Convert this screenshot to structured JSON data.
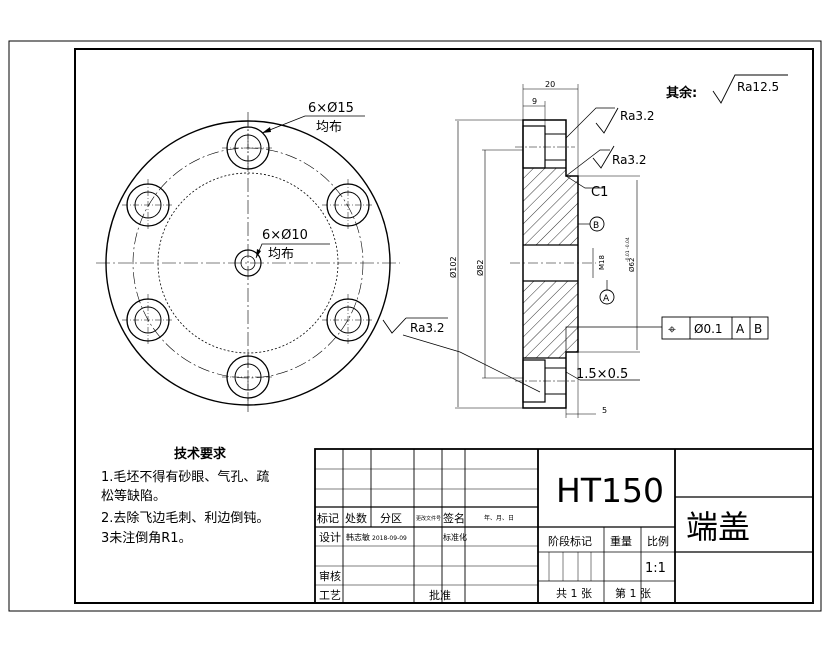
{
  "front_view": {
    "hole_large": "6×Ø15",
    "hole_large_note": "均布",
    "hole_small": "6×Ø10",
    "hole_small_note": "均布"
  },
  "side_view": {
    "dim_top_total": "20",
    "dim_top_inner": "9",
    "rough_face": "Ra3.2",
    "rough_chamfer": "Ra3.2",
    "rough_bottom": "Ra3.2",
    "chamfer": "C1",
    "datum_b": "B",
    "datum_a": "A",
    "dia_outer": "Ø102",
    "dia_mid": "Ø82",
    "dia_bore": "M18",
    "dia_spigot": "Ø62",
    "spigot_tol": "-0.01 -0.04",
    "groove": "1.5×0.5",
    "dim_step": "5",
    "tol_symbol": "⌖",
    "tol_value": "Ø0.1",
    "tol_ref_a": "A",
    "tol_ref_b": "B"
  },
  "rough_other": {
    "label": "其余:",
    "value": "Ra12.5"
  },
  "tech_req": {
    "title": "技术要求",
    "line1": "1.毛坯不得有砂眼、气孔、疏",
    "line2": "松等缺陷。",
    "line3": "2.去除飞边毛刺、利边倒钝。",
    "line4": "3未注倒角R1。"
  },
  "title_block": {
    "material": "HT150",
    "part_name": "端盖",
    "h_mark": "标记",
    "h_count": "处数",
    "h_zone": "分区",
    "h_doc": "更改文件号",
    "h_sign": "签名",
    "h_date": "年、月、日",
    "design": "设计",
    "designer": "韩志敏",
    "design_date": "2018-09-09",
    "standard": "标准化",
    "review": "审核",
    "process": "工艺",
    "approve": "批准",
    "stage_mark": "阶段标记",
    "weight": "重量",
    "scale": "比例",
    "scale_value": "1:1",
    "sheets_total": "共 1 张",
    "sheet_no": "第 1 张"
  }
}
